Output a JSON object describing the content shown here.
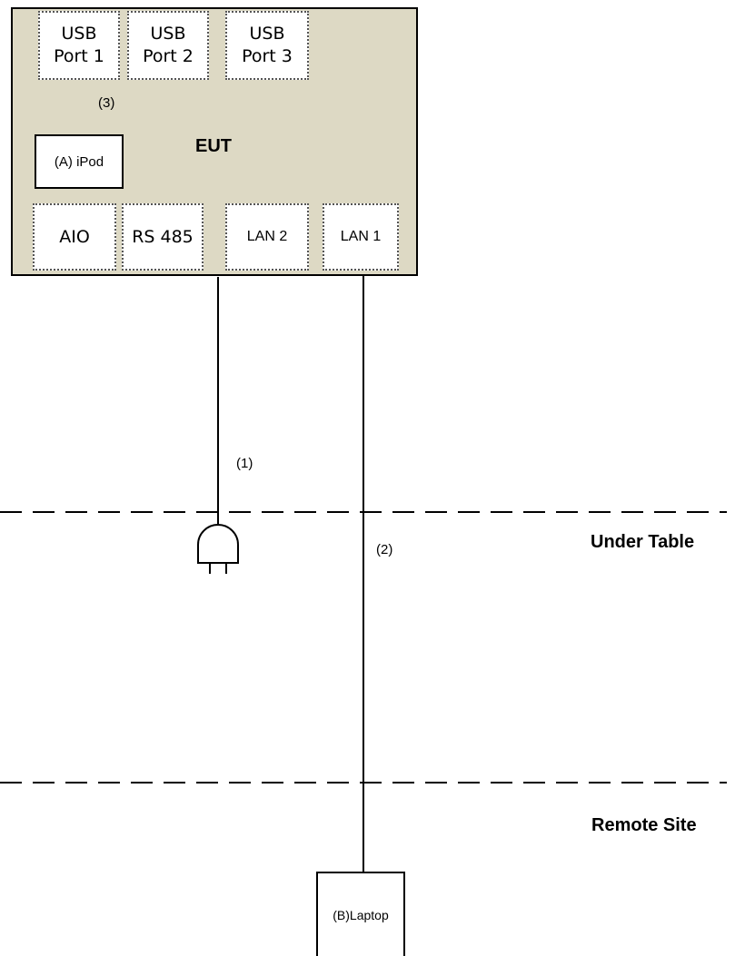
{
  "eut": {
    "title": "EUT",
    "usb_ports": [
      "USB\nPort 1",
      "USB\nPort 2",
      "USB\nPort 3"
    ],
    "bottom_ports": [
      "AIO",
      "RS 485",
      "LAN 2",
      "LAN 1"
    ]
  },
  "devices": {
    "ipod": "(A) iPod",
    "laptop": "(B)Laptop"
  },
  "cables": {
    "c1": "(1)",
    "c2": "(2)",
    "c3": "(3)"
  },
  "zones": {
    "under_table": "Under Table",
    "remote_site": "Remote Site"
  },
  "colors": {
    "eut_fill": "#ddd9c4",
    "line": "#000000"
  }
}
